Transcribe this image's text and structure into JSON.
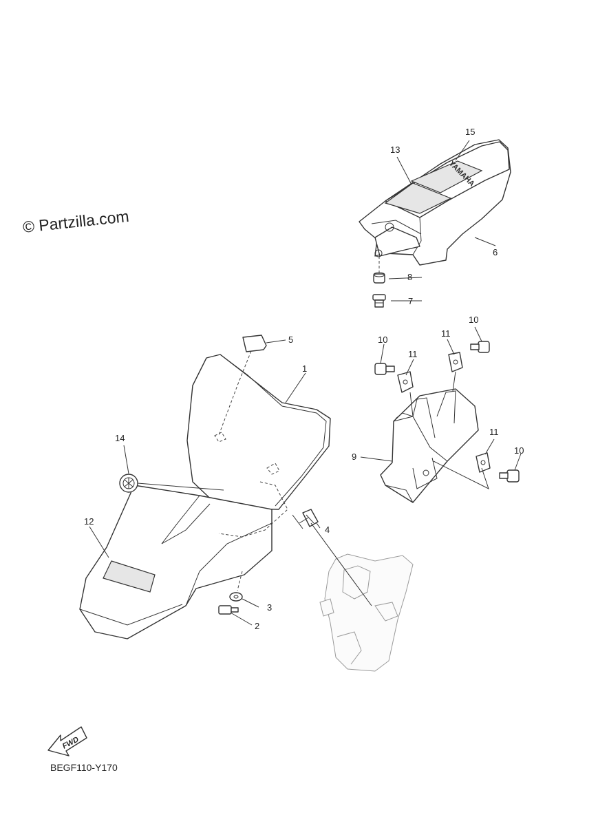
{
  "watermark": "© Partzilla.com",
  "diagram_code": "BEGF110-Y170",
  "fwd_label": "FWD",
  "seat_brand": "YAMAHA",
  "callouts": {
    "c1": "1",
    "c2": "2",
    "c3": "3",
    "c4": "4",
    "c5": "5",
    "c6": "6",
    "c7": "7",
    "c8": "8",
    "c9": "9",
    "c10a": "10",
    "c10b": "10",
    "c10c": "10",
    "c11a": "11",
    "c11b": "11",
    "c11c": "11",
    "c12": "12",
    "c13": "13",
    "c14": "14",
    "c15": "15"
  }
}
